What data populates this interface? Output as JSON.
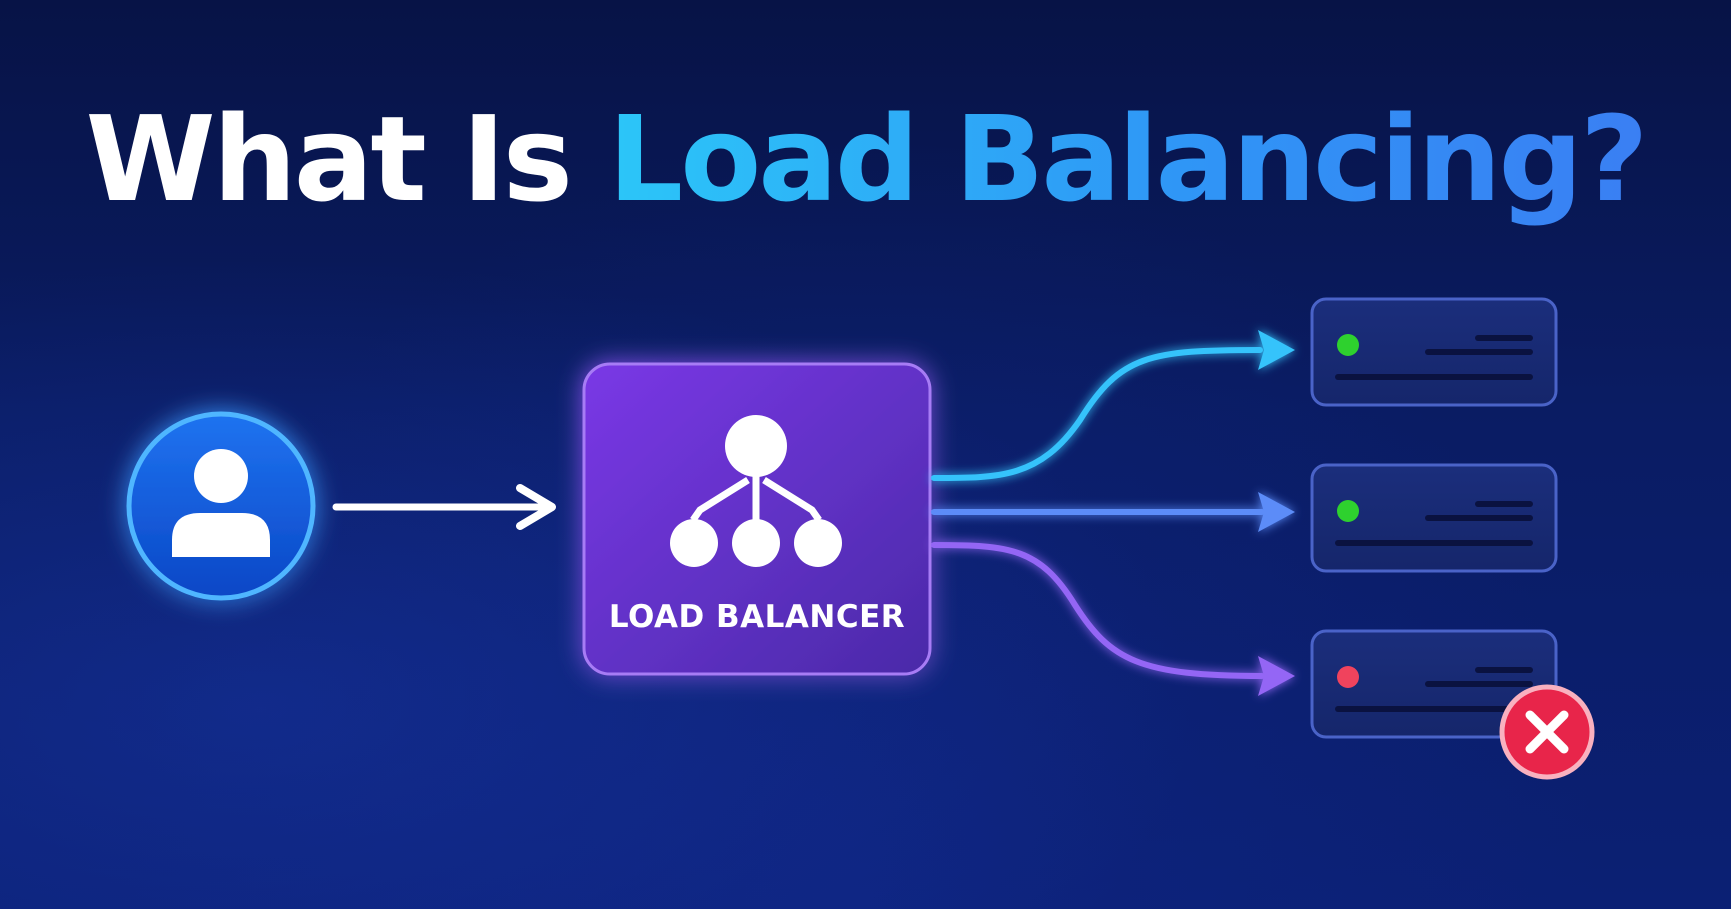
{
  "title": {
    "prefix": "What Is",
    "highlight": "Load Balancing?"
  },
  "client": {
    "icon": "user-icon"
  },
  "load_balancer": {
    "label": "LOAD BALANCER",
    "icon": "network-tree-icon"
  },
  "servers": [
    {
      "status": "healthy",
      "status_color": "#2ed12e"
    },
    {
      "status": "healthy",
      "status_color": "#2ed12e"
    },
    {
      "status": "failed",
      "status_color": "#f0435d",
      "badge_icon": "close-icon"
    }
  ],
  "colors": {
    "accent_cyan": "#36c3fb",
    "accent_blue": "#5b8cf8",
    "accent_purple": "#9466f5",
    "lb_box": "#6a34da",
    "error": "#e8254a"
  }
}
